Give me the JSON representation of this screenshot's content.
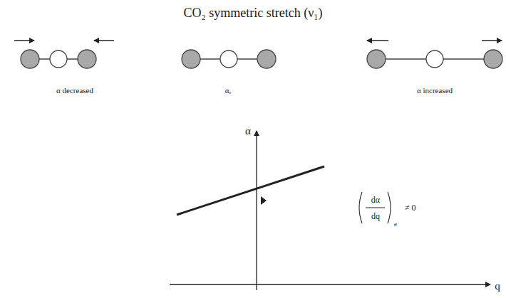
{
  "diagram": {
    "title": "CO₂ symmetric stretch (ν₁)",
    "labels": [
      "α decreased",
      "αₑ",
      "α increased",
      "α",
      "q",
      "dα",
      "dq",
      "e",
      "≠ 0"
    ]
  }
}
